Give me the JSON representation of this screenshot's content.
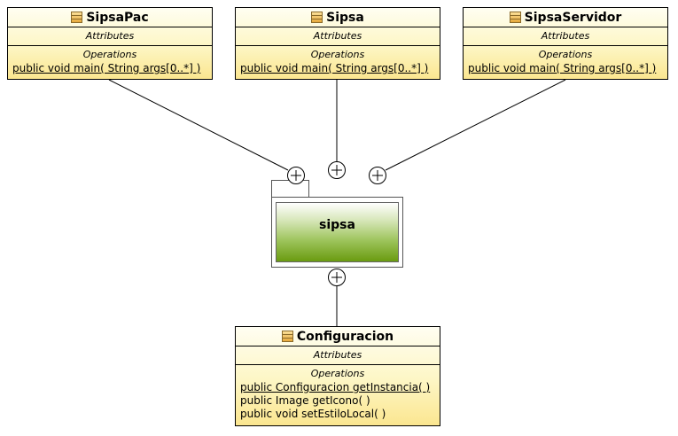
{
  "classes": {
    "sipsapac": {
      "name": "SipsaPac",
      "attributes_label": "Attributes",
      "operations_label": "Operations",
      "operations": [
        "public void  main( String args[0..*] )"
      ]
    },
    "sipsa": {
      "name": "Sipsa",
      "attributes_label": "Attributes",
      "operations_label": "Operations",
      "operations": [
        "public void  main( String args[0..*] )"
      ]
    },
    "sipsaservidor": {
      "name": "SipsaServidor",
      "attributes_label": "Attributes",
      "operations_label": "Operations",
      "operations": [
        "public void  main( String args[0..*] )"
      ]
    },
    "configuracion": {
      "name": "Configuracion",
      "attributes_label": "Attributes",
      "operations_label": "Operations",
      "operations": [
        "public Configuracion  getInstancia(   )",
        "public Image  getIcono(   )",
        "public void  setEstiloLocal(   )"
      ]
    }
  },
  "package": {
    "name": "sipsa"
  },
  "colors": {
    "class_fill": "#fdf6c4",
    "package_green": "#6a9b10",
    "line": "#000000"
  }
}
